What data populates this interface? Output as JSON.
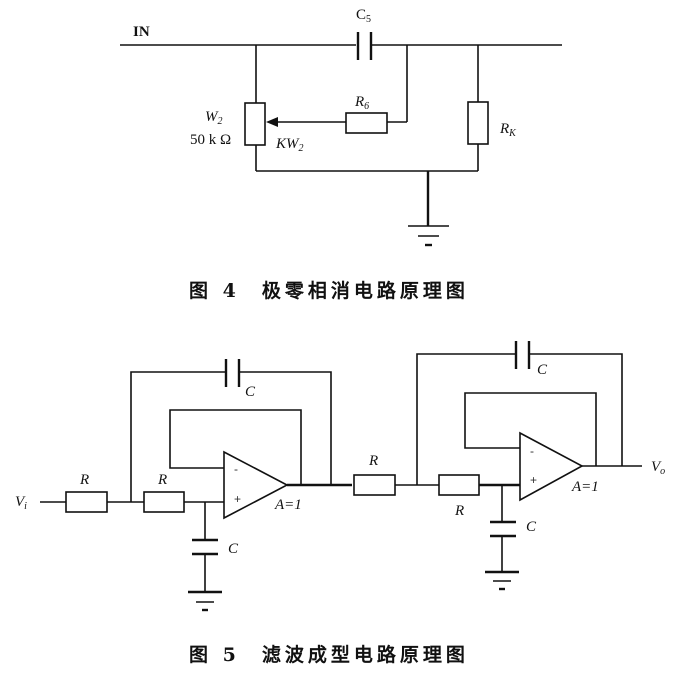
{
  "figure4": {
    "caption_number": "图 4",
    "caption_title": "极零相消电路原理图",
    "labels": {
      "input": "IN",
      "capacitor": "C",
      "capacitor_sub": "5",
      "pot": "W",
      "pot_sub": "2",
      "pot_value": "50 k Ω",
      "wiper": "KW",
      "wiper_sub": "2",
      "r6": "R",
      "r6_sub": "6",
      "rk": "R",
      "rk_sub": "K"
    }
  },
  "figure5": {
    "caption_number": "图 5",
    "caption_title": "滤波成型电路原理图",
    "labels": {
      "input": "V",
      "input_sub": "i",
      "output": "V",
      "output_sub": "o",
      "resistor": "R",
      "capacitor": "C",
      "gain": "A=1",
      "minus": "-",
      "plus": "+"
    }
  }
}
